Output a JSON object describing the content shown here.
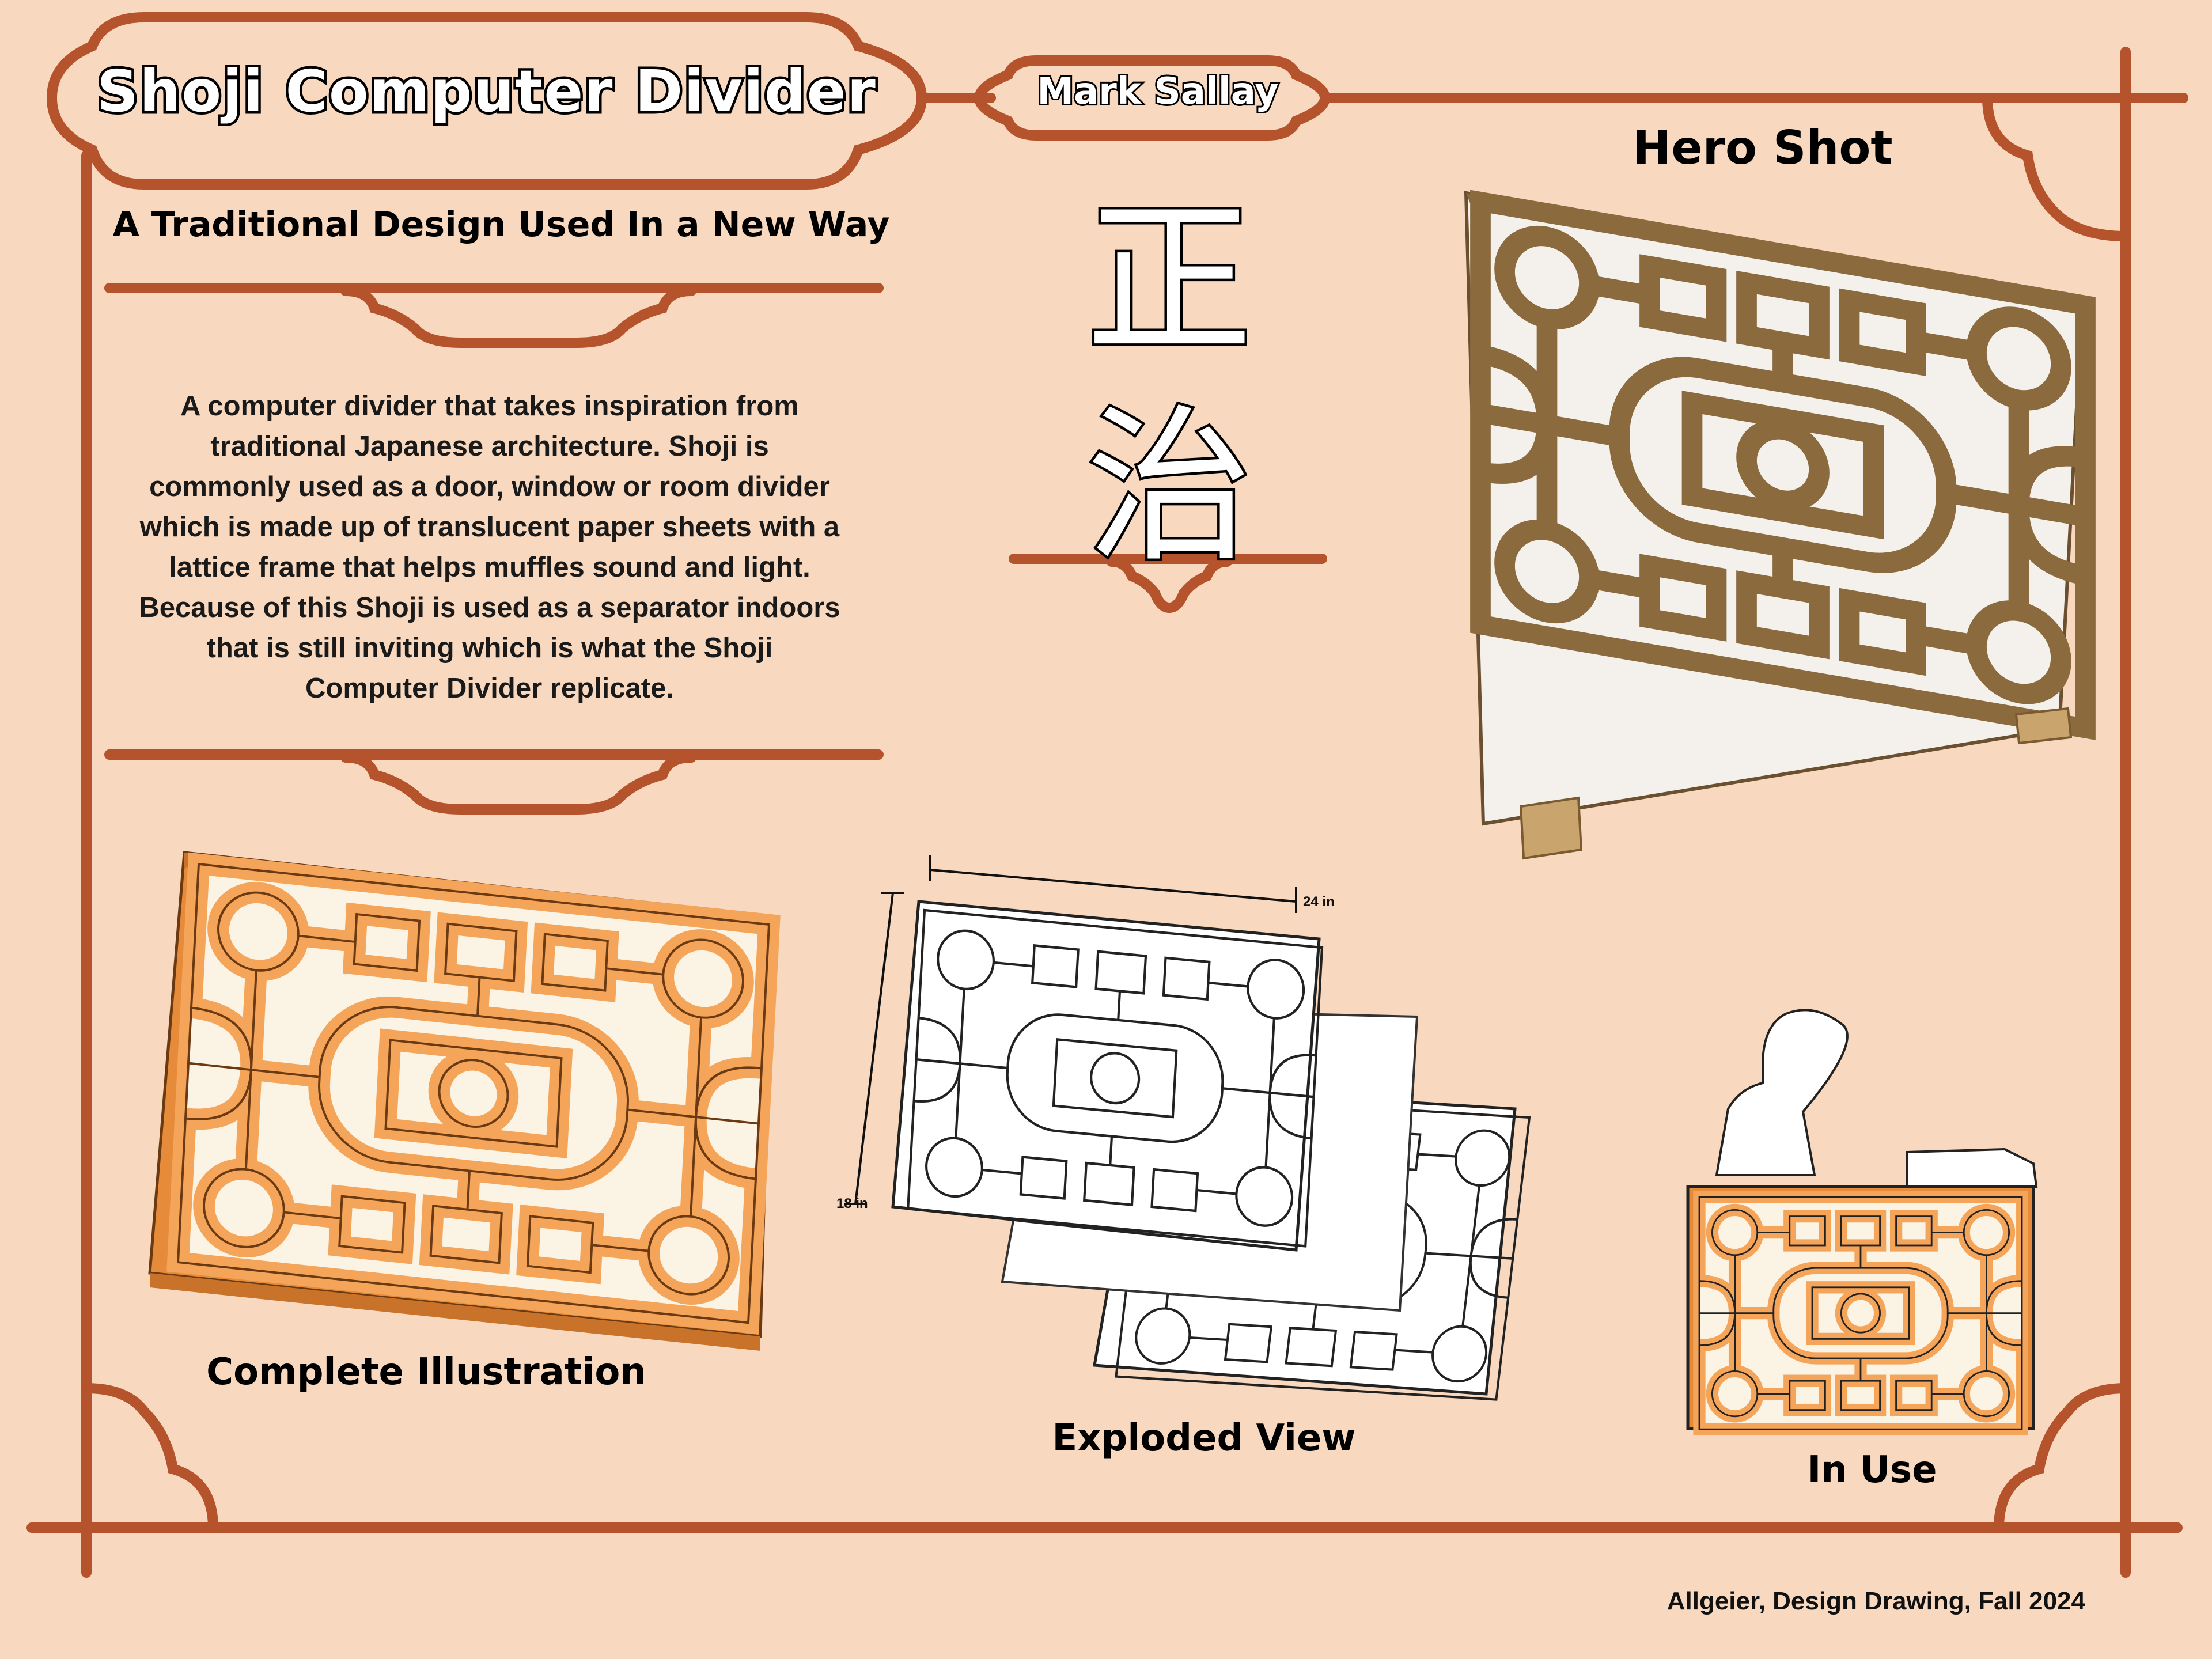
{
  "title": "Shoji Computer Divider",
  "author": "Mark Sallay",
  "subtitle": "A Traditional Design Used In a New Way",
  "description": "A computer divider that takes inspiration from traditional Japanese architecture. Shoji is commonly used as a door, window or room divider which is made up of translucent paper sheets with a lattice frame that helps muffles sound and light. Because of this Shoji is used as a separator indoors that is still inviting which is what the Shoji Computer Divider replicate.",
  "kanji": [
    "正",
    "治"
  ],
  "sections": {
    "hero": "Hero Shot",
    "complete": "Complete Illustration",
    "exploded": "Exploded View",
    "in_use": "In Use"
  },
  "dimensions": {
    "width": "24 in",
    "height": "18 in"
  },
  "credit": "Allgeier, Design Drawing, Fall 2024",
  "colors": {
    "background": "#f8d9bf",
    "frame": "#b4532c",
    "wood_light": "#f4a55a",
    "wood_dark": "#8b6a3e"
  }
}
